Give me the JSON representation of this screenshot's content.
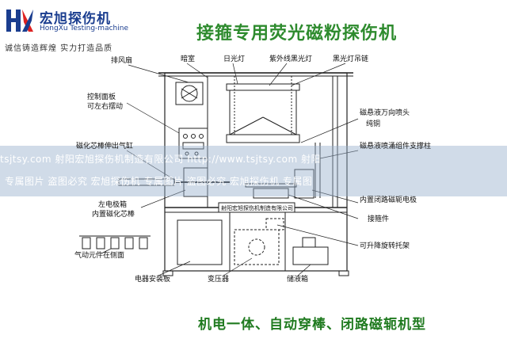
{
  "brand": {
    "name_cn": "宏旭探伤机",
    "name_en": "HongXu Testing-machine",
    "slogan": "诚信铸造辉煌  实力打造品质"
  },
  "title": "接箍专用荧光磁粉探伤机",
  "footer": "机电一体、自动穿棒、闭路磁轭机型",
  "plate": "射阳宏旭探伤机制造有限公司",
  "watermark": {
    "line1": "tsjtsy.com  射阳宏旭探伤机制造有限公司  http://www.tsjtsy.com  射阳",
    "line2": "专属图片  盗图必究   宏旭探伤机  专属图片  盗图必究   宏旭探伤机  专属图"
  },
  "labels": {
    "exhaust_fan": "排风扇",
    "darkroom": "暗室",
    "daylight": "日光灯",
    "uv_lamp": "紫外线黑光灯",
    "lamp_chain": "黑光灯吊链",
    "control_panel_1": "控制面板",
    "control_panel_2": "可左右摆动",
    "spray_nozzle_1": "磁悬液万向喷头",
    "spray_nozzle_2": "纯铜",
    "core_cylinder": "磁化芯棒伸出气缸",
    "spray_bracket": "磁悬液喷涌组件支撑柱",
    "left_electrode_1": "左电极箱",
    "left_electrode_2": "内置磁化芯棒",
    "yoke_1": "内置闭路磁轭电极",
    "coupling": "接箍件",
    "pneumatic": "气动元件在侧面",
    "lift_tray": "可升降旋转托架",
    "electrical_box": "电器安装板",
    "transformer": "变压器",
    "tank": "储液箱"
  }
}
